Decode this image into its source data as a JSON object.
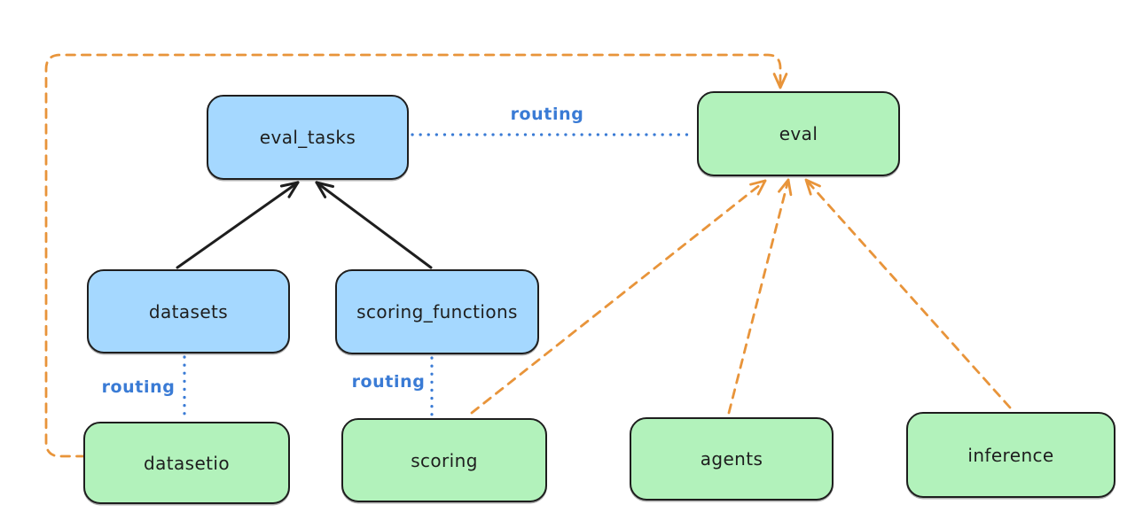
{
  "diagram": {
    "nodes": {
      "eval_tasks": {
        "label": "eval_tasks",
        "fill": "#a5d8ff"
      },
      "datasets": {
        "label": "datasets",
        "fill": "#a5d8ff"
      },
      "scoring_functions": {
        "label": "scoring_functions",
        "fill": "#a5d8ff"
      },
      "eval": {
        "label": "eval",
        "fill": "#b2f2bb"
      },
      "datasetio": {
        "label": "datasetio",
        "fill": "#b2f2bb"
      },
      "scoring": {
        "label": "scoring",
        "fill": "#b2f2bb"
      },
      "agents": {
        "label": "agents",
        "fill": "#b2f2bb"
      },
      "inference": {
        "label": "inference",
        "fill": "#b2f2bb"
      }
    },
    "edges": {
      "routing_label": "routing",
      "routing": [
        {
          "from": "eval_tasks",
          "to": "eval"
        },
        {
          "from": "datasets",
          "to": "datasetio"
        },
        {
          "from": "scoring_functions",
          "to": "scoring"
        }
      ],
      "solid_arrows": [
        {
          "from": "datasets",
          "to": "eval_tasks"
        },
        {
          "from": "scoring_functions",
          "to": "eval_tasks"
        }
      ],
      "dashed_arrows": [
        {
          "from": "datasetio",
          "to": "eval"
        },
        {
          "from": "scoring",
          "to": "eval"
        },
        {
          "from": "agents",
          "to": "eval"
        },
        {
          "from": "inference",
          "to": "eval"
        }
      ]
    },
    "colors": {
      "resource_fill": "#a5d8ff",
      "api_fill": "#b2f2bb",
      "node_stroke": "#1e1e1e",
      "solid_arrow": "#1e1e1e",
      "routing_line": "#3a7bd5",
      "dashed_arrow": "#e8943a",
      "background": "#ffffff"
    }
  }
}
